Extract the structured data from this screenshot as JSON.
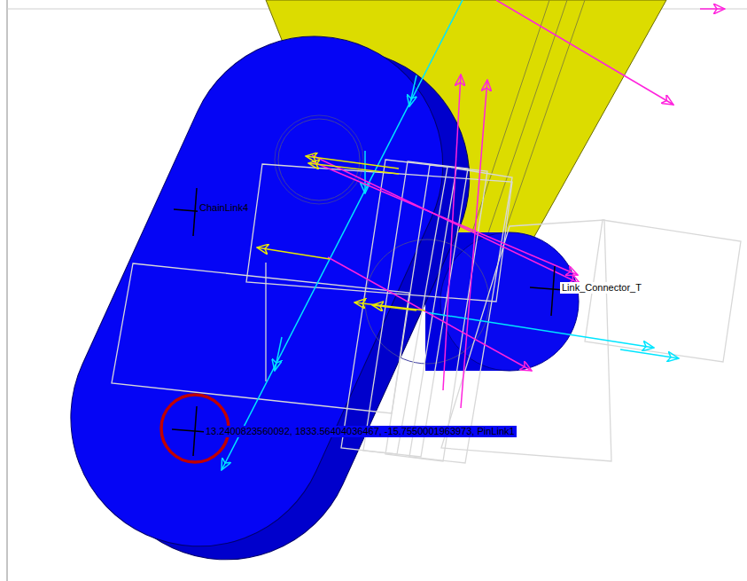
{
  "diagram": {
    "labels": [
      "ChainLink4",
      "Link_Connector_T",
      "13.2400823560092, 1833.56404036467, -15.7550001963973, PinLink1"
    ]
  }
}
